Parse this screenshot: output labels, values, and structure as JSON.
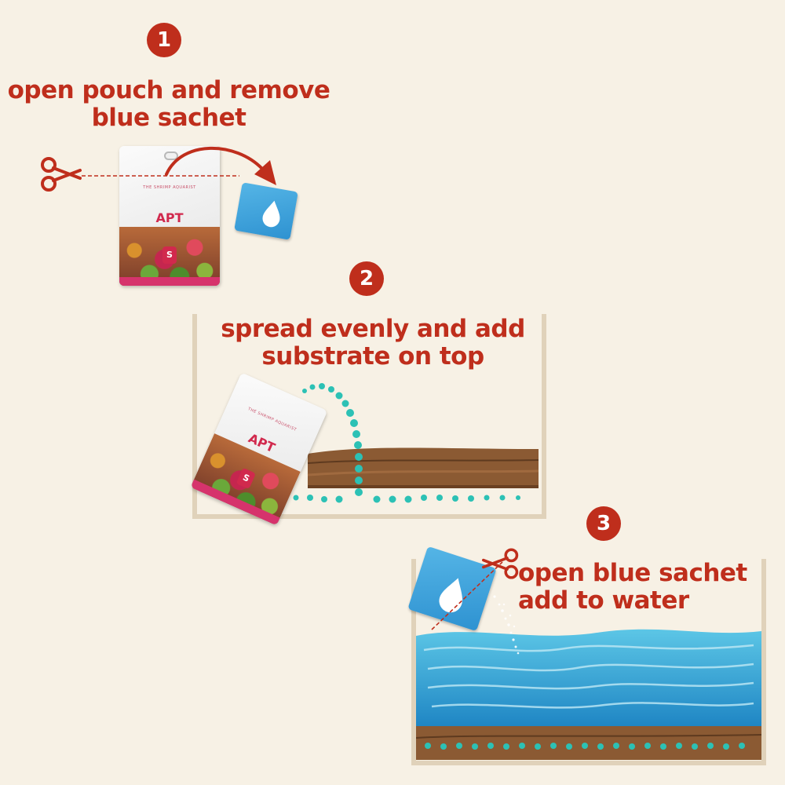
{
  "steps": [
    {
      "number": "1",
      "lines": [
        "open pouch and remove",
        "blue sachet"
      ]
    },
    {
      "number": "2",
      "lines": [
        "spread evenly and add",
        "substrate on top"
      ]
    },
    {
      "number": "3",
      "lines": [
        "open blue sachet",
        "add to water"
      ]
    }
  ],
  "pouch": {
    "label": "APT",
    "badge": "S",
    "brand": "THE SHRIMP AQUARIST"
  },
  "colors": {
    "accent_red": "#bf2e1c",
    "background": "#f7f1e5",
    "sachet_blue": "#3a9fdb",
    "dots_teal": "#2cc1b5",
    "soil_brown": "#7a4a28",
    "water_blue": "#2f94cf"
  },
  "icons": [
    "scissors-icon",
    "water-drop-icon",
    "curved-arrow-icon"
  ]
}
